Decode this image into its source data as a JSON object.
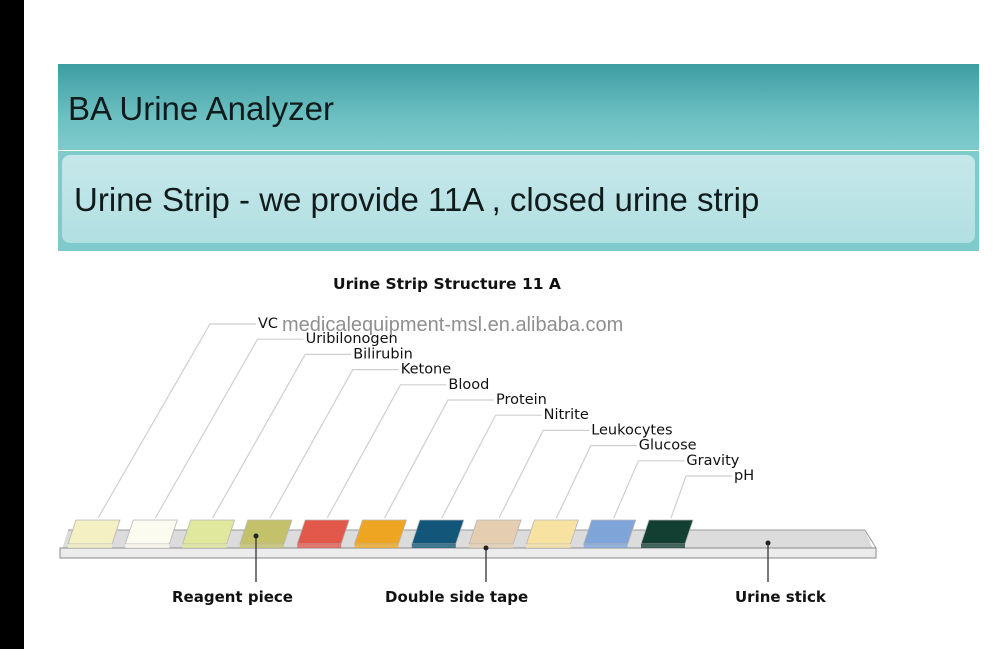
{
  "slide": {
    "title": "BA Urine Analyzer",
    "subtitle": "Urine Strip - we provide 11A , closed urine strip"
  },
  "diagram": {
    "title": "Urine Strip Structure 11 A",
    "watermark": "medicalequipment-msl.en.alibaba.com",
    "pads": [
      {
        "label": "VC",
        "color": "#f4f0c4"
      },
      {
        "label": "Uribilonogen",
        "color": "#fbfbf0"
      },
      {
        "label": "Bilirubin",
        "color": "#dfe89c"
      },
      {
        "label": "Ketone",
        "color": "#c3c26a"
      },
      {
        "label": "Blood",
        "color": "#e2584a"
      },
      {
        "label": "Protein",
        "color": "#eea622"
      },
      {
        "label": "Nitrite",
        "color": "#12567a"
      },
      {
        "label": "Leukocytes",
        "color": "#e4cdb0"
      },
      {
        "label": "Glucose",
        "color": "#f8e2a2"
      },
      {
        "label": "Gravity",
        "color": "#7fa4d8"
      },
      {
        "label": "pH",
        "color": "#123f32"
      }
    ],
    "parts": {
      "reagent": "Reagent piece",
      "tape": "Double side tape",
      "stick": "Urine stick"
    }
  }
}
